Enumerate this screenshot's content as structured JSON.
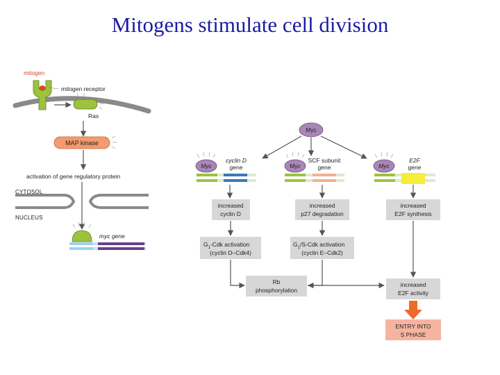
{
  "title": "Mitogens stimulate cell division",
  "colors": {
    "title": "#1a1aa6",
    "membrane": "#8a8a8a",
    "receptor": "#9cc33b",
    "map_kinase": "#f39a6f",
    "myc": "#a887b6",
    "process_box": "#d7d7d7",
    "entry_box": "#f6b4a0",
    "entry_arrow": "#ee6a2a",
    "gene_blue": "#3b78b8",
    "gene_purple": "#6b3f8a",
    "gene_salmon": "#f3b095",
    "gene_yellow": "#f6ec3a"
  },
  "left": {
    "mitogen": "mitogen",
    "mitogen_receptor": "mitogen receptor",
    "ras": "Ras",
    "map_kinase": "MAP kinase",
    "activation": "activation of gene regulatory protein",
    "cytosol": "CYTOSOL",
    "nucleus": "NUCLEUS",
    "myc_gene": "myc gene"
  },
  "right": {
    "myc": "Myc",
    "cyclin_d_gene": {
      "line1": "cyclin D",
      "line2": "gene"
    },
    "scf_gene": {
      "line1": "SCF subunit",
      "line2": "gene"
    },
    "e2f_gene": {
      "line1": "E2F",
      "line2": "gene"
    },
    "box_cyclin_d": {
      "line1": "increased",
      "line2": "cyclin D"
    },
    "box_p27": {
      "line1": "increased",
      "line2": "p27 degradation"
    },
    "box_e2f_synth": {
      "line1": "increased",
      "line2": "E2F synthesis"
    },
    "box_g1cdk": {
      "sub": "1",
      "line1": "-Cdk activation",
      "line2": "(cyclin D–Cdk4)"
    },
    "box_g1scdk": {
      "sub": "1",
      "line1": "/S-Cdk activation",
      "line2": "(cyclin E–Cdk2)"
    },
    "box_rb": {
      "line1": "Rb",
      "line2": "phosphorylation"
    },
    "box_e2f_act": {
      "line1": "increased",
      "line2": "E2F activity"
    },
    "box_entry": {
      "line1": "ENTRY INTO",
      "line2": "S PHASE"
    }
  }
}
